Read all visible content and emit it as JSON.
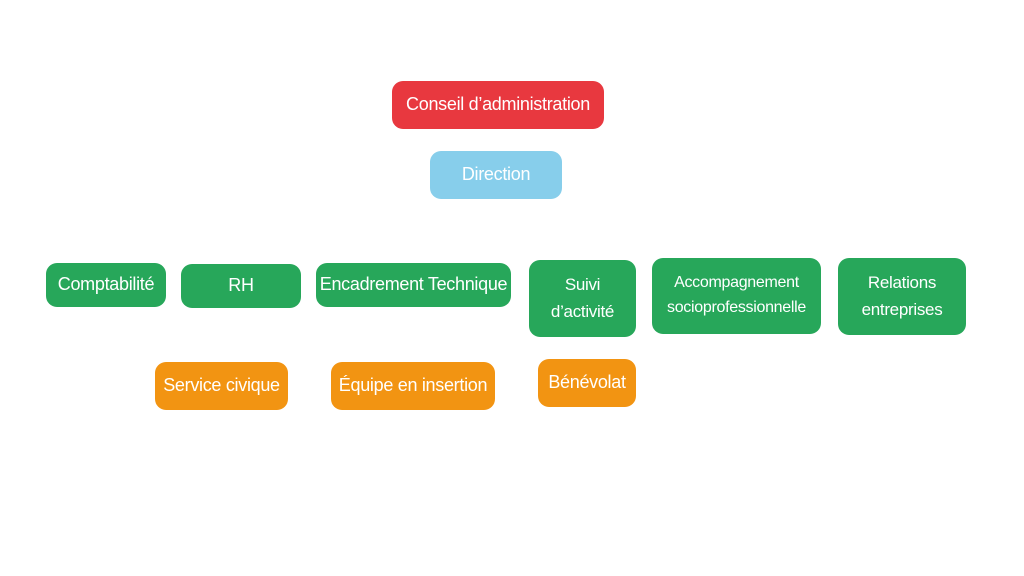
{
  "org_chart": {
    "board": {
      "label": "Conseil d’administration",
      "color": "#e8383f"
    },
    "direction": {
      "label": "Direction",
      "color": "#87ceeb"
    },
    "departments": [
      {
        "label": "Comptabilité",
        "color": "#27a75a"
      },
      {
        "label": "RH",
        "color": "#27a75a"
      },
      {
        "label": "Encadrement Technique",
        "color": "#27a75a"
      },
      {
        "label": "Suivi\nd’activité",
        "color": "#27a75a"
      },
      {
        "label": "Accompagnement\nsocioprofessionnelle",
        "color": "#27a75a"
      },
      {
        "label": "Relations\nentreprises",
        "color": "#27a75a"
      }
    ],
    "staff": [
      {
        "label": "Service civique",
        "color": "#f29412"
      },
      {
        "label": "Équipe en insertion",
        "color": "#f29412"
      },
      {
        "label": "Bénévolat",
        "color": "#f29412"
      }
    ]
  }
}
